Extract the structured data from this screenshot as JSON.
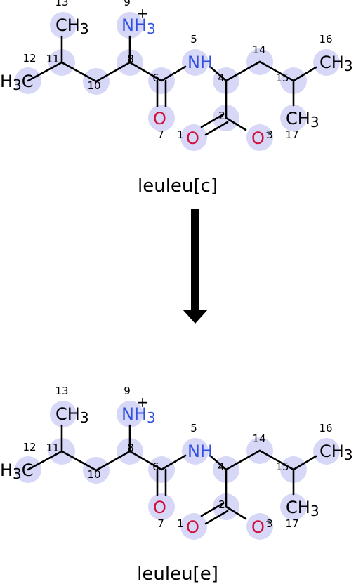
{
  "colors": {
    "carbon": "#000000",
    "nitrogen": "#3050e0",
    "oxygen": "#d0103a",
    "highlight": "#d7d7f7",
    "arrow": "#000000"
  },
  "reaction": {
    "reactant_label": "leuleu[c]",
    "product_label": "leuleu[e]",
    "arrow_icon": "down-arrow-icon"
  },
  "molecule": {
    "atoms": [
      {
        "id": "c13",
        "text": "CH",
        "sub": "3",
        "color": "carbon",
        "index": "13"
      },
      {
        "id": "n9",
        "text": "NH",
        "sub": "3",
        "color": "nitrogen",
        "index": "9",
        "charge": "+"
      },
      {
        "id": "n5",
        "text": "NH",
        "sub": "",
        "color": "nitrogen",
        "index": "5"
      },
      {
        "id": "c16",
        "text": "CH",
        "sub": "3",
        "color": "carbon",
        "index": "16"
      },
      {
        "id": "c12",
        "text": "H",
        "sub": "3",
        "tail": "C",
        "color": "carbon",
        "index": "12"
      },
      {
        "id": "c11",
        "text": "",
        "color": "carbon",
        "index": "11"
      },
      {
        "id": "c8",
        "text": "",
        "color": "carbon",
        "index": "8"
      },
      {
        "id": "c10",
        "text": "",
        "color": "carbon",
        "index": "10"
      },
      {
        "id": "c6",
        "text": "",
        "color": "carbon",
        "index": "6"
      },
      {
        "id": "c4",
        "text": "",
        "color": "carbon",
        "index": "4"
      },
      {
        "id": "c14",
        "text": "",
        "color": "carbon",
        "index": "14"
      },
      {
        "id": "c15",
        "text": "",
        "color": "carbon",
        "index": "15"
      },
      {
        "id": "o7",
        "text": "O",
        "sub": "",
        "color": "oxygen",
        "index": "7"
      },
      {
        "id": "c2",
        "text": "",
        "color": "carbon",
        "index": "2"
      },
      {
        "id": "c17",
        "text": "CH",
        "sub": "3",
        "color": "carbon",
        "index": "17"
      },
      {
        "id": "o1",
        "text": "O",
        "sub": "",
        "color": "oxygen",
        "index": "1"
      },
      {
        "id": "o3",
        "text": "O",
        "sub": "",
        "color": "oxygen",
        "index": "3",
        "charge": "-"
      }
    ]
  }
}
